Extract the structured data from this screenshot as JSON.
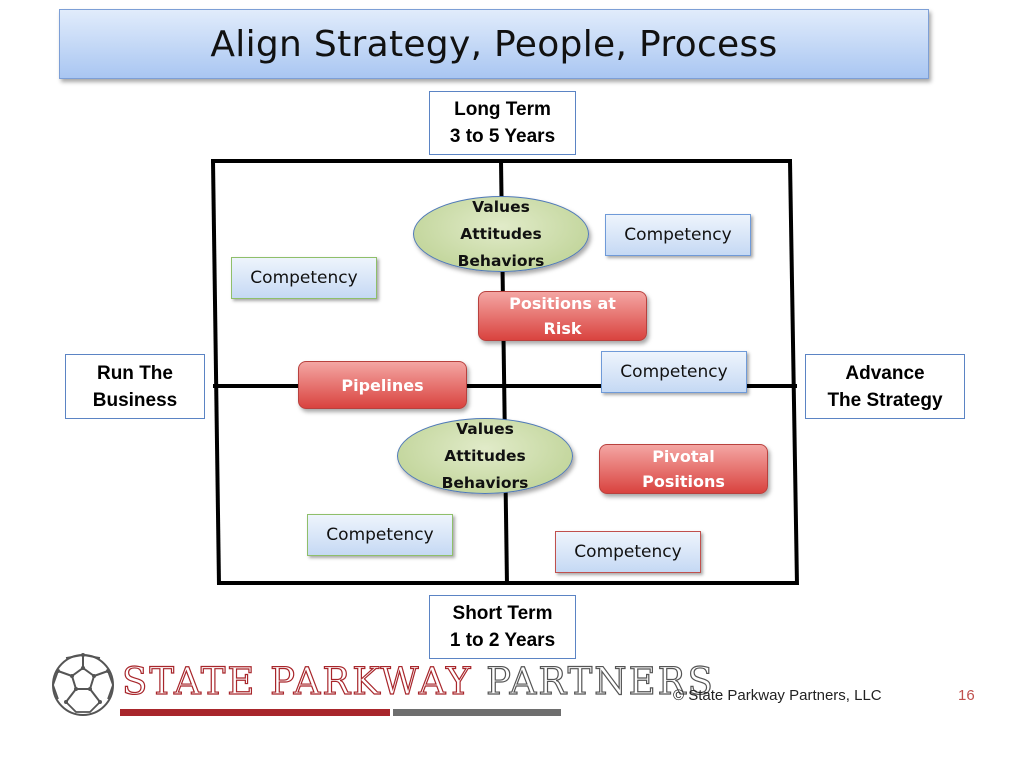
{
  "title": "Align Strategy, People, Process",
  "axes": {
    "top": [
      "Long Term",
      "3 to 5 Years"
    ],
    "bottom": [
      "Short Term",
      "1 to 2 Years"
    ],
    "left": [
      "Run The",
      "Business"
    ],
    "right": [
      "Advance",
      "The Strategy"
    ]
  },
  "ovals": {
    "top": [
      "Values",
      "Attitudes",
      "Behaviors"
    ],
    "bottom": [
      "Values",
      "Attitudes",
      "Behaviors"
    ]
  },
  "competency_boxes": {
    "top_left": "Competency",
    "top_right_upper": "Competency",
    "top_right_lower": "Competency",
    "bottom_left": "Competency",
    "bottom_right": "Competency"
  },
  "risk_boxes": {
    "positions_at_risk": [
      "Positions at",
      "Risk"
    ],
    "pipelines": "Pipelines",
    "pivotal_positions": [
      "Pivotal",
      "Positions"
    ]
  },
  "logo": {
    "word1": "STATE PARKWAY",
    "word2": "PARTNERS"
  },
  "footer": {
    "copyright": "© State Parkway Partners, LLC",
    "page_number": "16"
  },
  "colors": {
    "title_bg": "#a9c6f2",
    "risk_red": "#d9433f",
    "oval_green": "#b9cf8e",
    "competency_blue": "#c5d9f4",
    "logo_red": "#a8262b"
  }
}
